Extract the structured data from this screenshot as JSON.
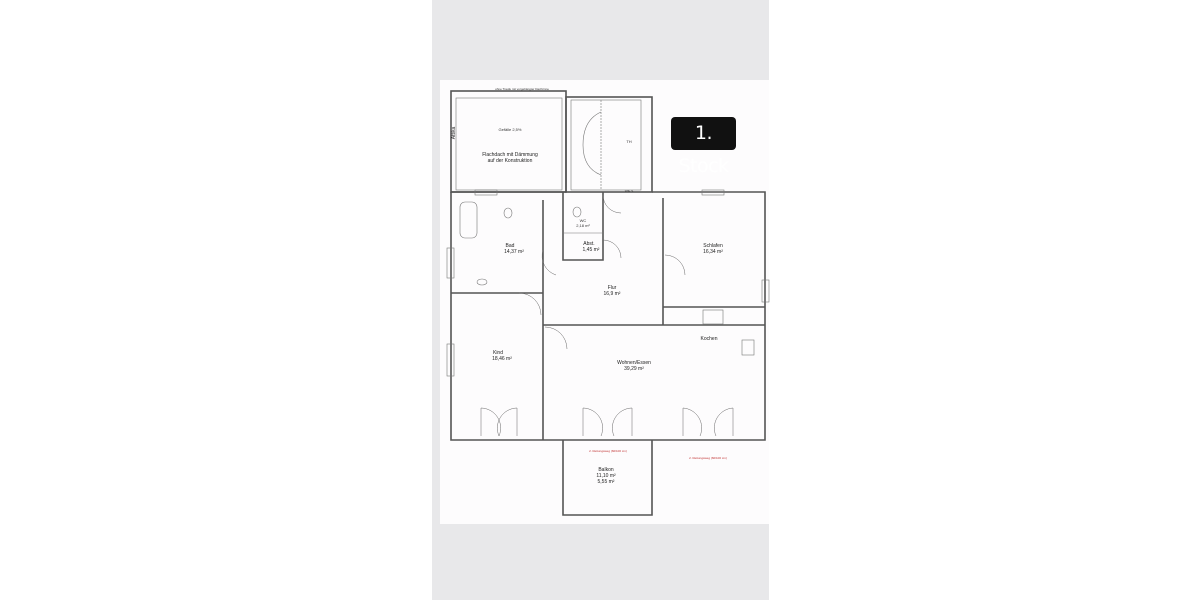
{
  "badge": "1. Stock",
  "annotations": {
    "top_note": "ohne Traufe mit vorgehängter Dachrinne",
    "attika": "Attika",
    "gefaelle": "Gefälle 2,5%",
    "flachdach_1": "Flachdach mit Dämmung",
    "flachdach_2": "auf der Konstruktion",
    "th": "TH",
    "wie_s": "WIE S",
    "rettungsweg_1": "2. Rettungsweg (60/100 cm)",
    "rettungsweg_2": "2. Rettungsweg (60/100 cm)"
  },
  "rooms": {
    "bad": {
      "name": "Bad",
      "area": "14,37 m²"
    },
    "wc": {
      "name": "WC",
      "area": "2,18 m²"
    },
    "abst": {
      "name": "Abst.",
      "area": "1,45 m²"
    },
    "schlafen": {
      "name": "Schlafen",
      "area": "16,34 m²"
    },
    "flur": {
      "name": "Flur",
      "area": "16,9 m²"
    },
    "kind": {
      "name": "Kind",
      "area": "18,46 m²"
    },
    "wohnen": {
      "name": "Wohnen/Essen",
      "area": "39,29 m²"
    },
    "kochen": {
      "name": "Kochen"
    },
    "balkon": {
      "name": "Balkon",
      "area": "11,10 m²",
      "area2": "5,55 m²"
    }
  },
  "colors": {
    "walls": "#555555",
    "badge_bg": "#111111",
    "red_note": "#c03030",
    "green_marks": "#3aa040"
  }
}
